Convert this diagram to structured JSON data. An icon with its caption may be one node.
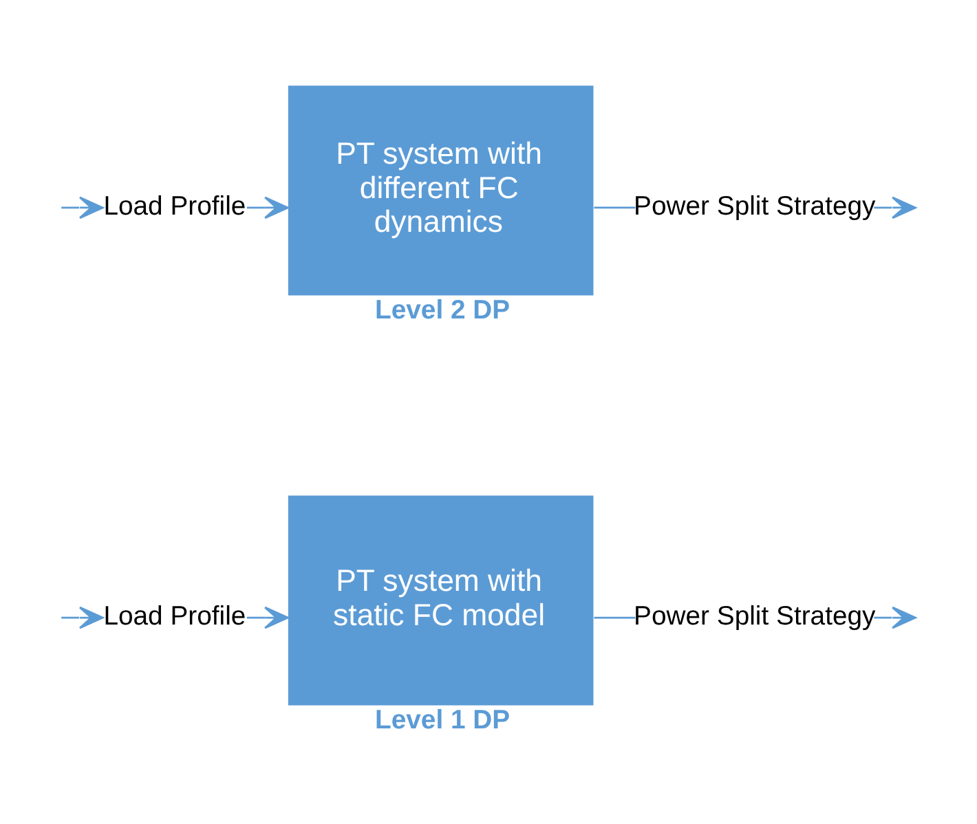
{
  "diagram": {
    "nodes": [
      {
        "text": [
          "Load Profile"
        ]
      },
      {
        "text": [
          "PT system with static FC model"
        ],
        "beside": [
          "Level 1 DP"
        ]
      },
      {
        "text": [
          "Power Split Strategy"
        ]
      },
      {
        "text": [
          "Load Profile"
        ]
      },
      {
        "text": [
          "PT system with different FC dynamics"
        ],
        "beside": [
          "Level 2 DP"
        ]
      },
      {
        "text": [
          "Power Split Strategy"
        ]
      }
    ],
    "edges": [
      {
        "from": null,
        "to": 0,
        "arrow": "to"
      },
      {
        "from": 0,
        "to": 1,
        "arrow": "to"
      },
      {
        "from": 1,
        "to": 2,
        "arrow": "none"
      },
      {
        "from": 2,
        "to": null,
        "arrow": "to"
      },
      {
        "from": null,
        "to": 3,
        "arrow": "to"
      },
      {
        "from": 3,
        "to": 4,
        "arrow": "to"
      },
      {
        "from": 4,
        "to": 5,
        "arrow": "none"
      },
      {
        "from": 5,
        "to": null,
        "arrow": "to"
      }
    ]
  }
}
